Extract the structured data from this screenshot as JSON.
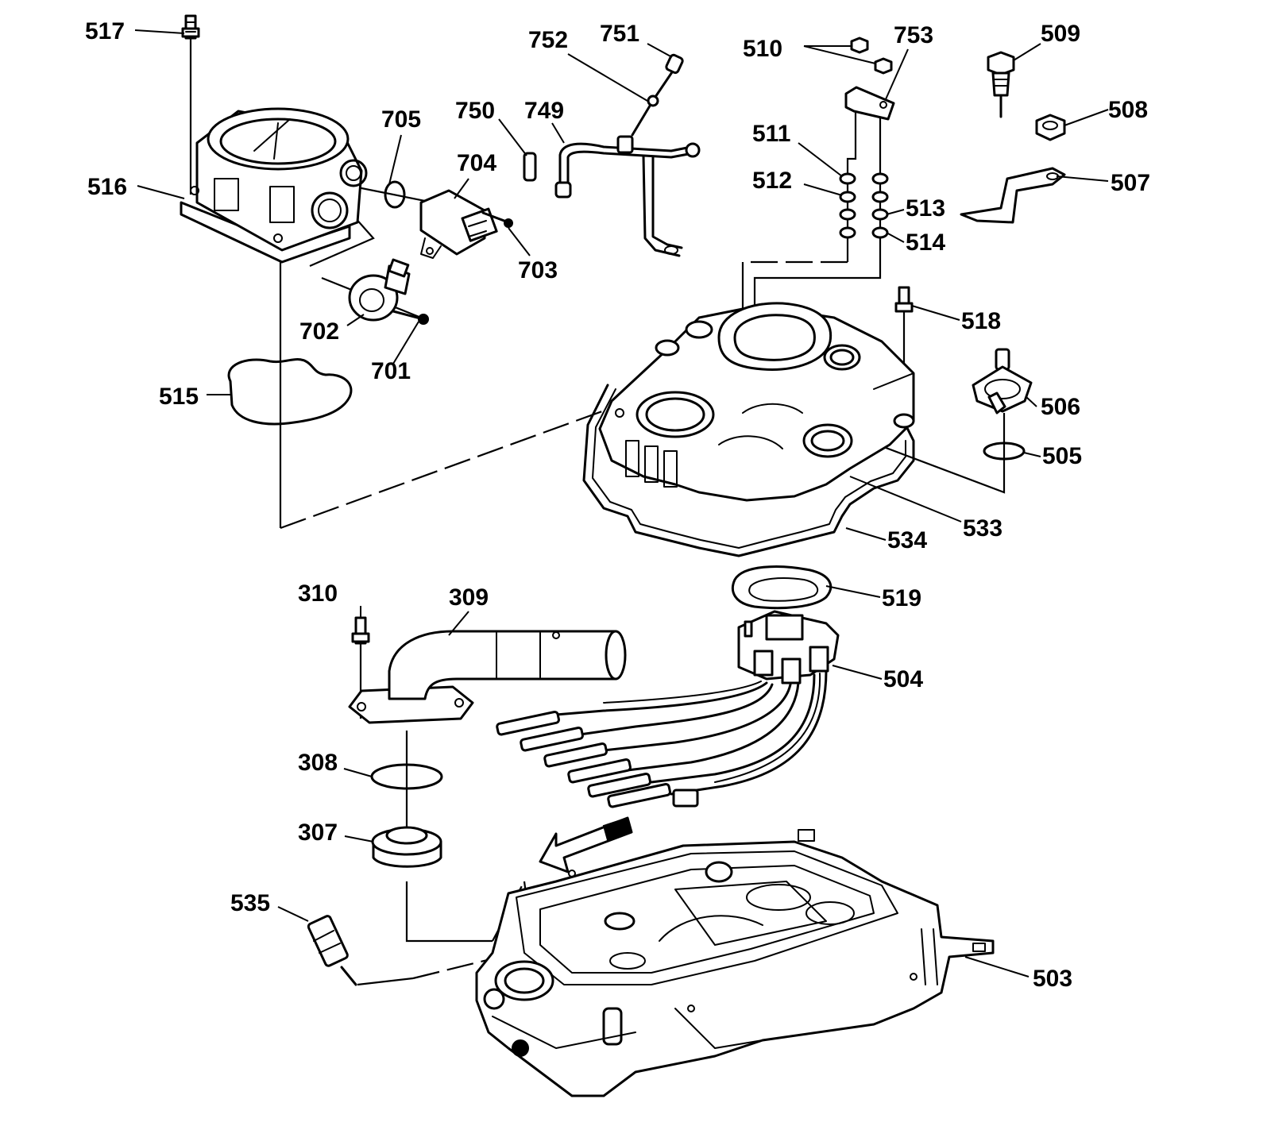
{
  "callouts": {
    "c517": "517",
    "c516": "516",
    "c705": "705",
    "c704": "704",
    "c703": "703",
    "c702": "702",
    "c701": "701",
    "c515": "515",
    "c750": "750",
    "c749": "749",
    "c752": "752",
    "c751": "751",
    "c510": "510",
    "c753": "753",
    "c509": "509",
    "c508": "508",
    "c507": "507",
    "c511": "511",
    "c512": "512",
    "c513": "513",
    "c514": "514",
    "c518": "518",
    "c506": "506",
    "c505": "505",
    "c533": "533",
    "c534": "534",
    "c519": "519",
    "c504": "504",
    "c310": "310",
    "c309": "309",
    "c308": "308",
    "c307": "307",
    "c535": "535",
    "c503": "503"
  },
  "colors": {
    "line": "#000000",
    "background": "#ffffff"
  },
  "icons": {
    "direction_arrow": "arrow-left-icon"
  }
}
